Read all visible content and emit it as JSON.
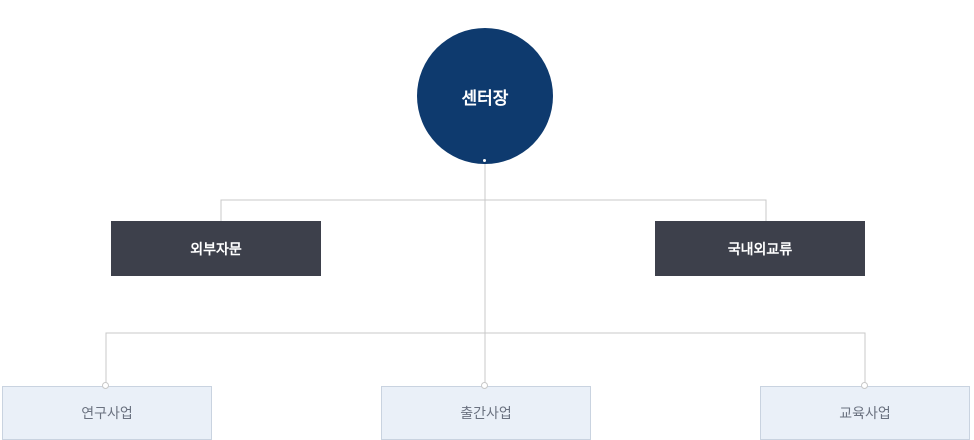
{
  "root": {
    "label": "센터장",
    "color": "#0e3a6e"
  },
  "advisory": [
    {
      "label": "외부자문"
    },
    {
      "label": "국내외교류"
    }
  ],
  "departments": [
    {
      "label": "연구사업"
    },
    {
      "label": "출간사업"
    },
    {
      "label": "교육사업"
    }
  ],
  "colors": {
    "dark_box": "#3d404b",
    "light_box_bg": "#eaf0f8",
    "light_box_text": "#6b7280",
    "connector": "#c8c8c8"
  }
}
